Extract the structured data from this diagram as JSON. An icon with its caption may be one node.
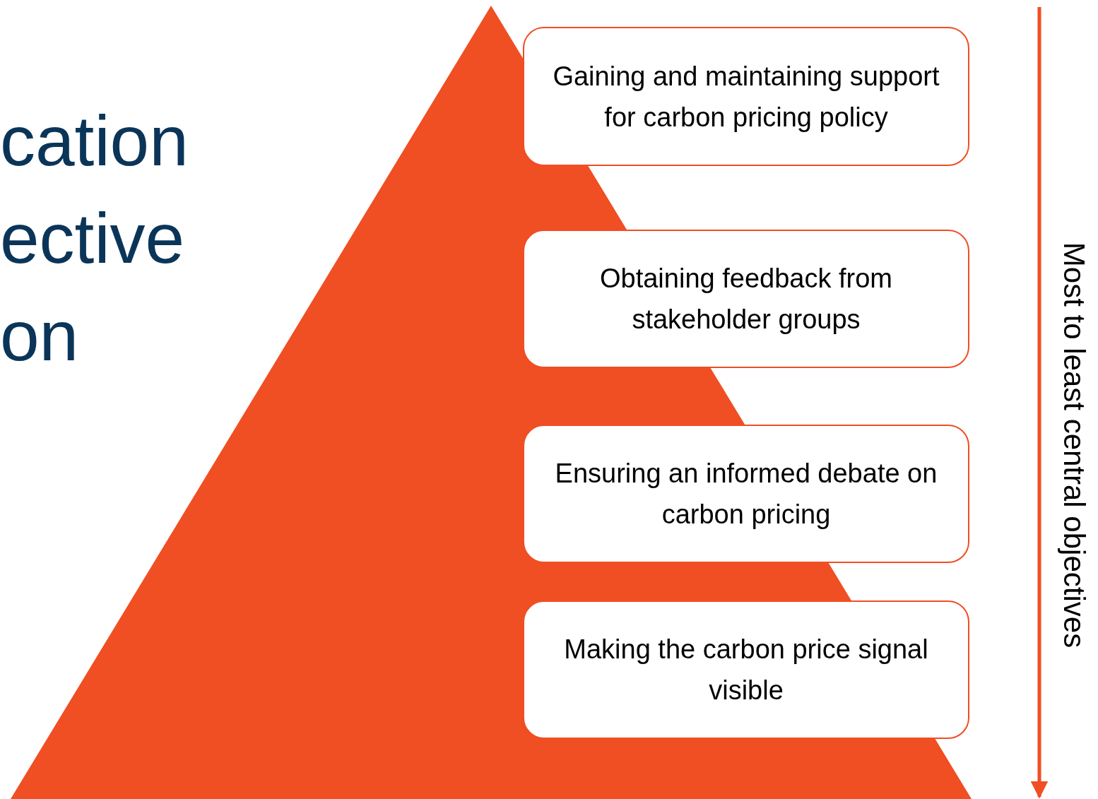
{
  "diagram": {
    "nodes": [
      {
        "text": [
          "Gaining and maintaining support for carbon pricing policy"
        ]
      },
      {
        "text": [
          "Obtaining feedback from stakeholder groups"
        ]
      },
      {
        "text": [
          "Ensuring an informed debate on carbon pricing"
        ]
      },
      {
        "text": [
          "Making the carbon price signal visible"
        ]
      }
    ],
    "edges": [],
    "labels": [
      "cation ective on",
      "Most to least central objectives"
    ]
  }
}
